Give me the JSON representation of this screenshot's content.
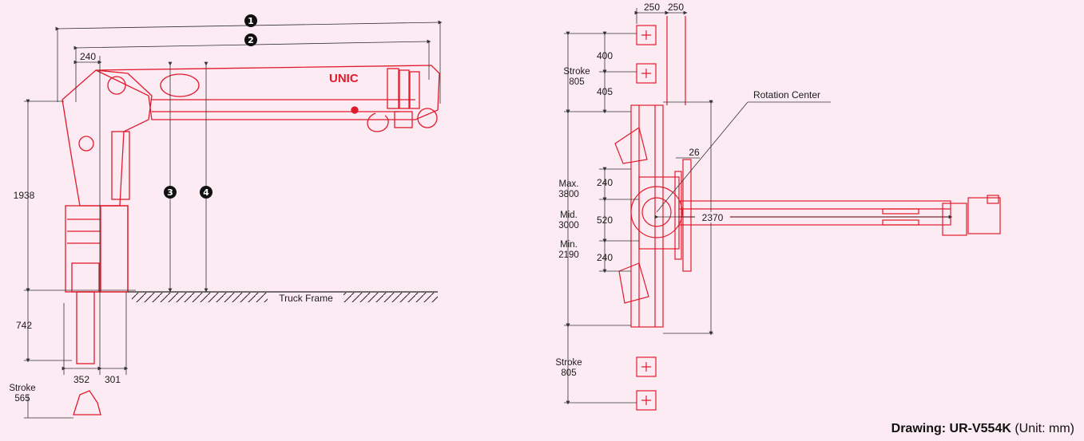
{
  "brand": {
    "logo": "UNIC"
  },
  "callouts": [
    "1",
    "2",
    "3",
    "4"
  ],
  "side_view": {
    "dims": {
      "top_offset": "240",
      "height_upper": "1938",
      "height_lower": "742",
      "base_left": "352",
      "base_right": "301",
      "stroke_label": "Stroke",
      "stroke_value": "565"
    },
    "truck_frame": "Truck Frame"
  },
  "plan_view": {
    "top_dims": [
      "250",
      "250"
    ],
    "stroke_top": {
      "label": "Stroke",
      "value": "805"
    },
    "stroke_top_parts": [
      "400",
      "405"
    ],
    "rotation_center": "Rotation Center",
    "offset": "26",
    "max": {
      "label": "Max.",
      "value": "3800"
    },
    "mid": {
      "label": "Mid.",
      "value": "3000"
    },
    "min": {
      "label": "Min.",
      "value": "2190"
    },
    "outrigger_parts": [
      "240",
      "520",
      "240"
    ],
    "boom_length": "2370",
    "stroke_bottom": {
      "label": "Stroke",
      "value": "805"
    }
  },
  "caption": {
    "model": "Drawing: UR-V554K",
    "unit": " (Unit: mm)"
  },
  "colors": {
    "line": "#e11a2b",
    "dim": "#333333",
    "background": "#fcebf3"
  }
}
